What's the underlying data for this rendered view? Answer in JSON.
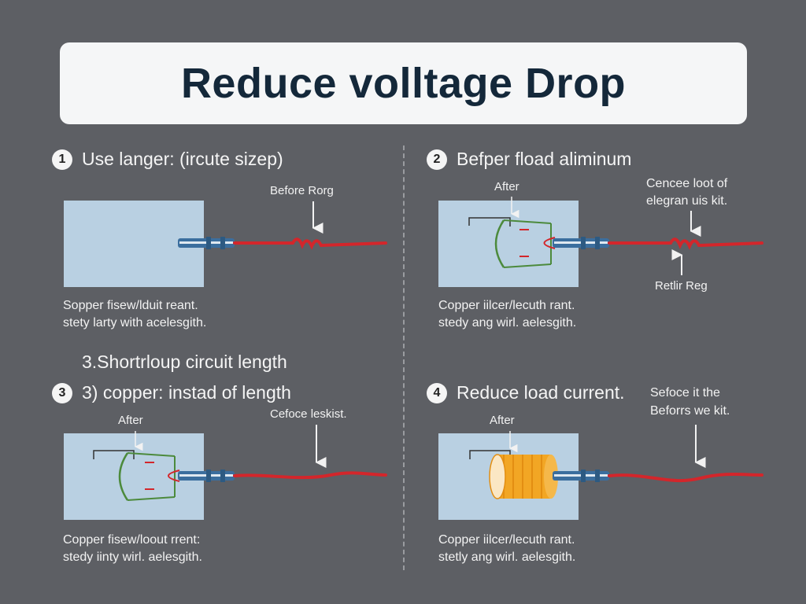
{
  "title": "Reduce volltage Drop",
  "sections": [
    {
      "number": "1",
      "heading": "Use langer: (ircute sizep)",
      "labels": [
        "Before Rorg"
      ],
      "caption": [
        "Sopper fisew/lduit reant.",
        "stety larty with acelesgith."
      ]
    },
    {
      "number": "2",
      "heading": "Befper fload aliminum",
      "labels": [
        "After",
        "Cencee loot of",
        "elegran uis kit.",
        "Retlir Reg"
      ],
      "caption": [
        "Copper iilcer/lecuth rant.",
        "stedy ang wirl. aelesgith."
      ]
    },
    {
      "number": "",
      "heading": "3.Shortrloup circuit length",
      "labels": [],
      "caption": []
    },
    {
      "number": "3",
      "heading": "3) copper: instad of length",
      "labels": [
        "After",
        "Cefoce leskist."
      ],
      "caption": [
        "Copper fisew/loout rrent:",
        "stedy iinty wirl. aelesgith."
      ]
    },
    {
      "number": "4",
      "heading": "Reduce load current.",
      "labels": [
        "After",
        "Sefoce it the",
        "Beforrs we kit."
      ],
      "caption": [
        "Copper iilcer/lecuth rant.",
        "stetly ang wirl. aelesgith."
      ]
    }
  ],
  "colors": {
    "background": "#5d5f64",
    "title_card": "#f5f6f7",
    "title_text": "#14283a",
    "panel": "#b9d0e2",
    "wire": "#d3262b",
    "connector": "#3b6e9e",
    "coil": "#4c8a3c",
    "load_cylinder": "#f2a624"
  }
}
